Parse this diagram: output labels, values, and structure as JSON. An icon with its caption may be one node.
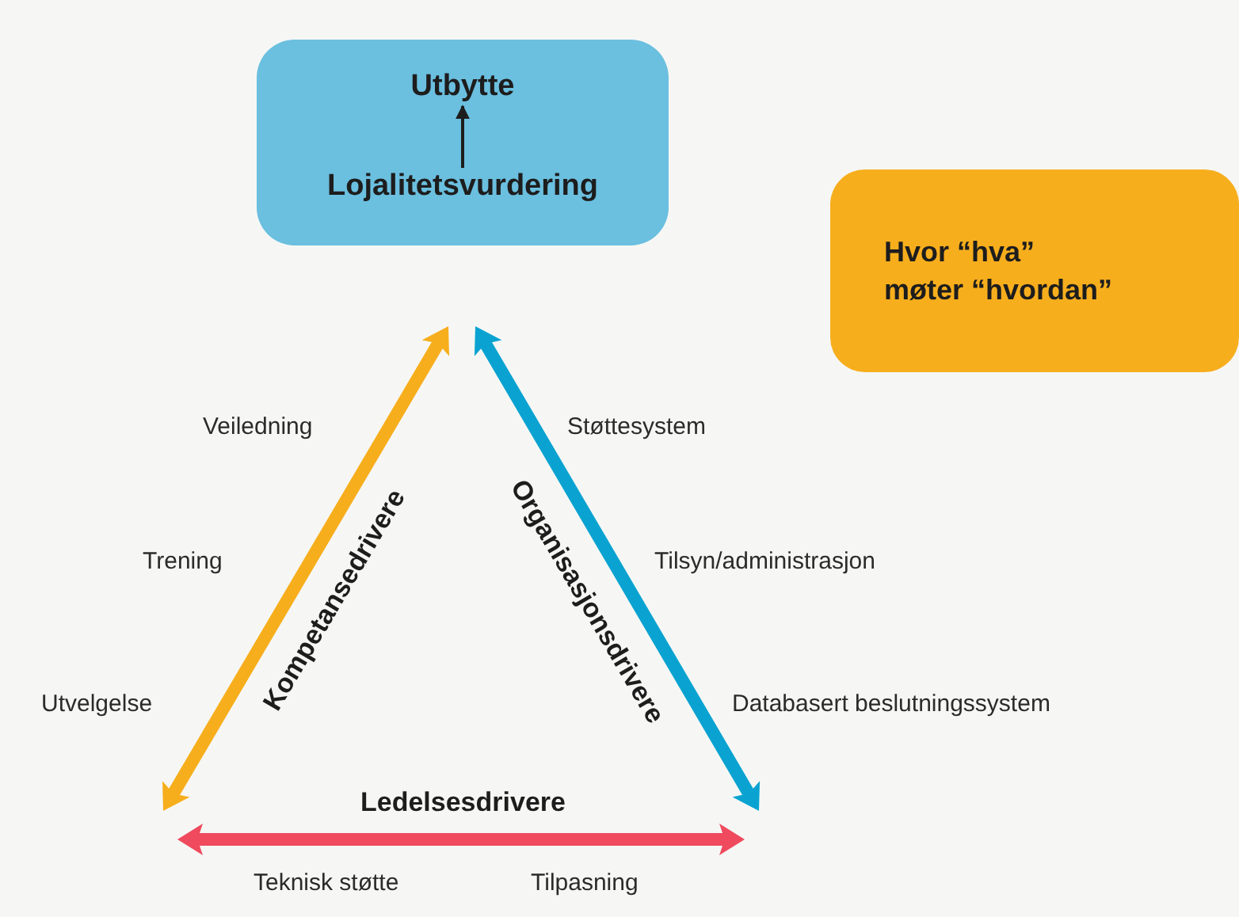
{
  "diagram": {
    "nodes": [
      {
        "text": [],
        "shape": "box"
      },
      {
        "text": [
          "Utbytte"
        ],
        "in": 0
      },
      {
        "text": [
          "Lojalitetsvurdering"
        ],
        "in": 0
      },
      {
        "text": [
          "Hvor “hva” møter “hvordan”"
        ]
      }
    ],
    "edges": [
      {
        "from": 2,
        "to": 1,
        "arrow": "to"
      }
    ],
    "labels": [
      "Veiledning",
      "Støttesystem",
      "Kompetansedrivere",
      "Organisasjonsdrivere",
      "Trening",
      "Tilsyn/administrasjon",
      "Utvelgelse",
      "Databasert beslutningssystem",
      "Ledelsesdrivere",
      "Teknisk støtte",
      "Tilpasning"
    ]
  }
}
